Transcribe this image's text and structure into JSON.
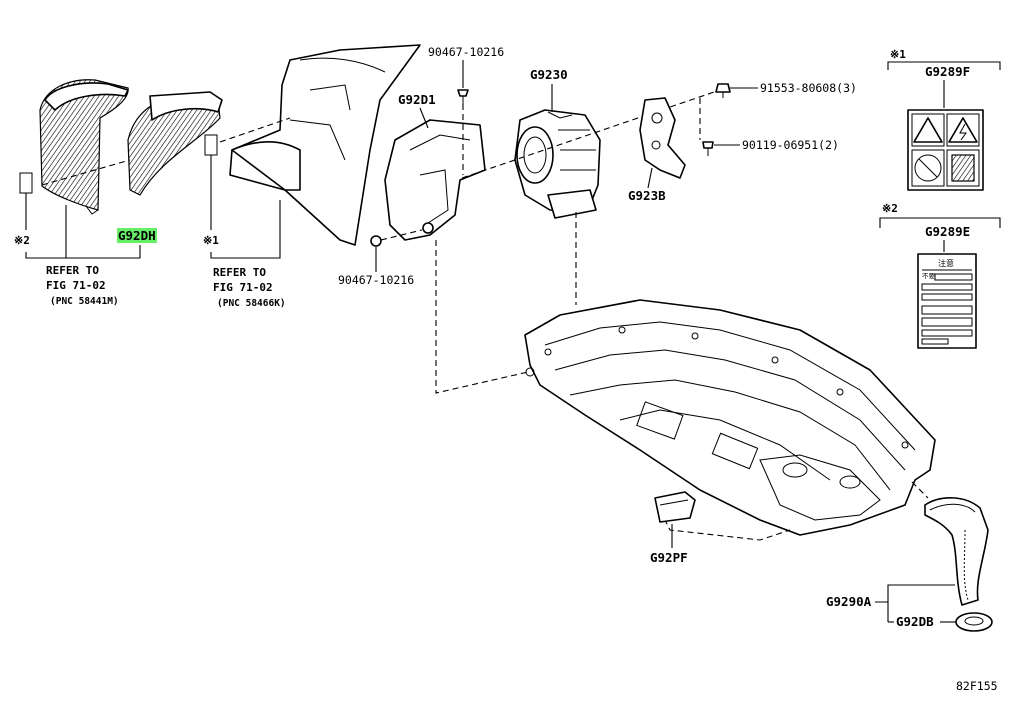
{
  "diagram": {
    "part_labels": {
      "g92dh": "G92DH",
      "g92d1": "G92D1",
      "g9230": "G9230",
      "g923b": "G923B",
      "g9289f": "G9289F",
      "g9289e": "G9289E",
      "g92pf": "G92PF",
      "g9290a": "G9290A",
      "g92db": "G92DB"
    },
    "fasteners": {
      "clip_top": "90467-10216",
      "clip_bottom": "90467-10216",
      "bolt_91553": "91553-80608(3)",
      "screw_90119": "90119-06951(2)"
    },
    "notes": {
      "note_left_mark": "※2",
      "note_mid_mark": "※1",
      "note_f_mark": "※1",
      "note_e_mark": "※2",
      "refer_left_1": "REFER TO",
      "refer_left_2": "FIG 71-02",
      "refer_left_3": "(PNC 58441M)",
      "refer_mid_1": "REFER TO",
      "refer_mid_2": "FIG 71-02",
      "refer_mid_3": "(PNC 58466K)"
    },
    "label_text": {
      "caution_title": "注意",
      "caution_line": "不要"
    },
    "figure_code": "82F155",
    "highlight_color": "#66ee66"
  }
}
